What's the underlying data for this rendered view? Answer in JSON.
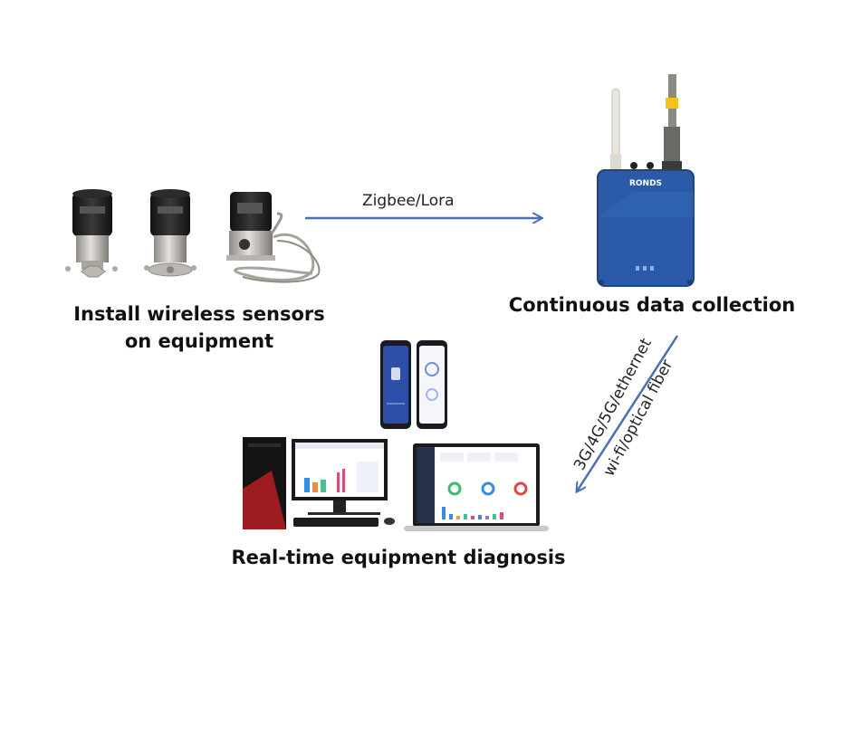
{
  "steps": {
    "sensors": {
      "caption_line1": "Install wireless sensors",
      "caption_line2": "on equipment"
    },
    "collection": {
      "caption": "Continuous data collection",
      "gateway_brand": "RONDS"
    },
    "diagnosis": {
      "caption": "Real-time equipment diagnosis"
    }
  },
  "links": {
    "sensors_to_gateway": {
      "label": "Zigbee/Lora"
    },
    "gateway_to_diagnosis": {
      "label_line1": "3G/4G/5G/ethernet",
      "label_line2": "wi-fi/optical fiber"
    }
  },
  "colors": {
    "arrow": "#4a6fb5",
    "gateway_body": "#2a5aa8",
    "caption_text": "#111111"
  },
  "icons": [
    "vibration-sensor-icon",
    "gateway-device-icon",
    "smartphone-icon",
    "desktop-computer-icon",
    "laptop-icon"
  ]
}
